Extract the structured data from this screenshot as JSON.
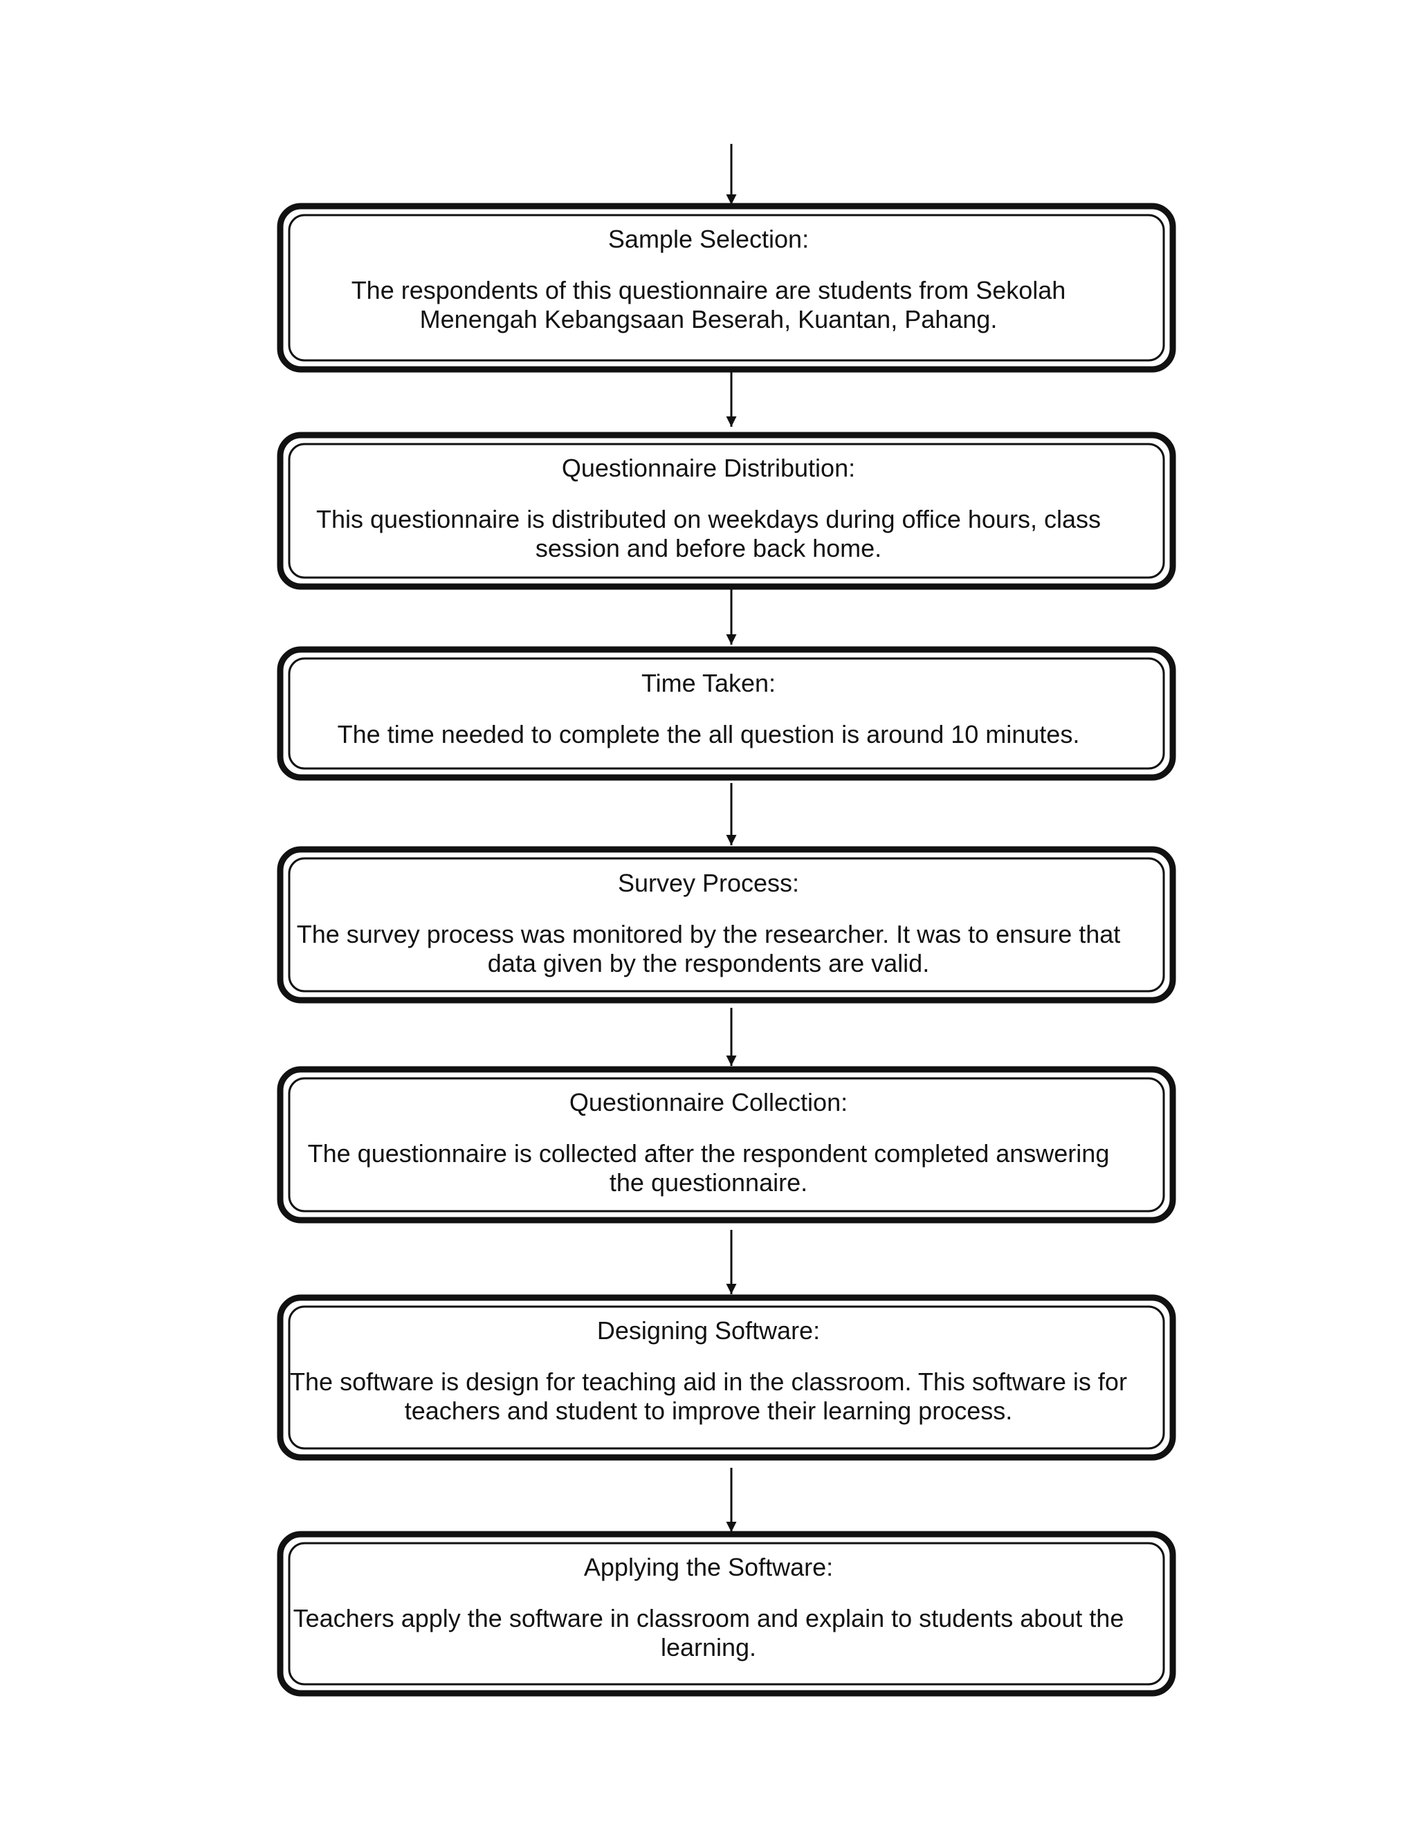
{
  "steps": [
    {
      "title": "Sample Selection:",
      "body": "The respondents of this questionnaire are students from Sekolah Menengah Kebangsaan Beserah, Kuantan, Pahang."
    },
    {
      "title": "Questionnaire Distribution:",
      "body": "This questionnaire is distributed on weekdays during office hours, class session and before back home."
    },
    {
      "title": "Time Taken:",
      "body": "The time needed to complete the all question is around 10 minutes."
    },
    {
      "title": "Survey Process:",
      "body": "The survey process was monitored by the researcher. It was to ensure that data given by the respondents are valid."
    },
    {
      "title": "Questionnaire Collection:",
      "body": "The questionnaire is collected after the respondent completed answering the questionnaire."
    },
    {
      "title": "Designing Software:",
      "body": "The software is design for teaching aid in the classroom. This software is for teachers and student to improve their learning process."
    },
    {
      "title": "Applying the Software:",
      "body": "Teachers apply the software in classroom and explain to students about the learning."
    }
  ]
}
